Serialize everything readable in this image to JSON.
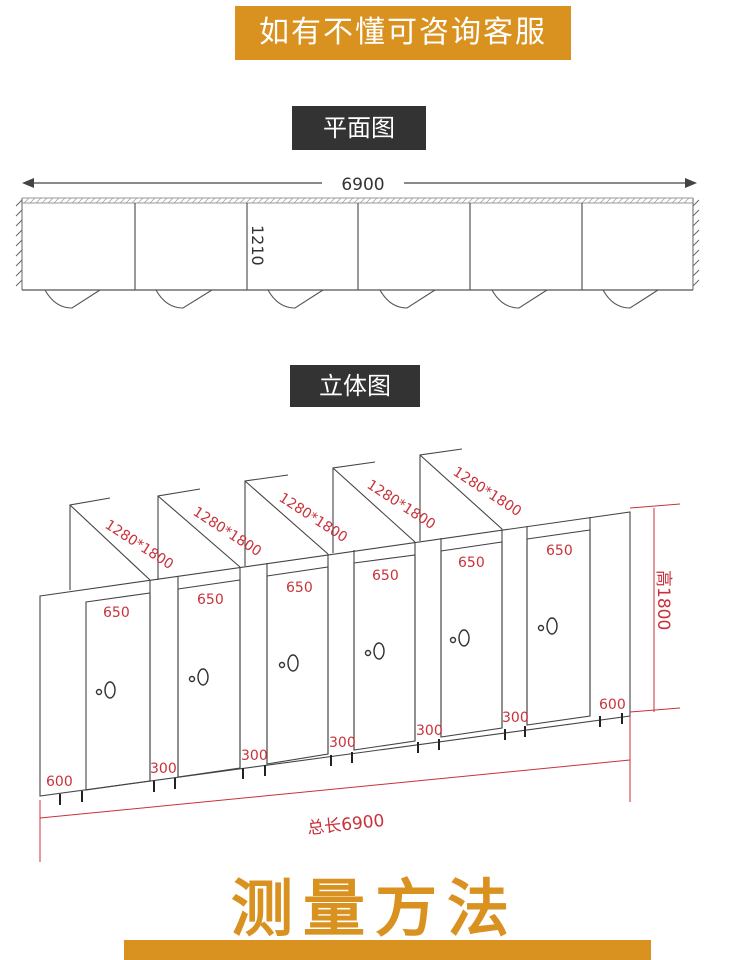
{
  "banner": {
    "text": "如有不懂可咨询客服"
  },
  "plan": {
    "label": "平面图",
    "total_length": "6900",
    "depth": "1210"
  },
  "iso": {
    "label": "立体图",
    "size_label": "1280*1800",
    "door_width": "650",
    "panel_width": "300",
    "end_width": "600",
    "height_label": "高1800",
    "total_label": "总长6900"
  },
  "footer": {
    "title": "测量方法"
  },
  "colors": {
    "accent": "#d9911f",
    "dark_label": "#333333",
    "dimension_red": "#c8323a"
  }
}
